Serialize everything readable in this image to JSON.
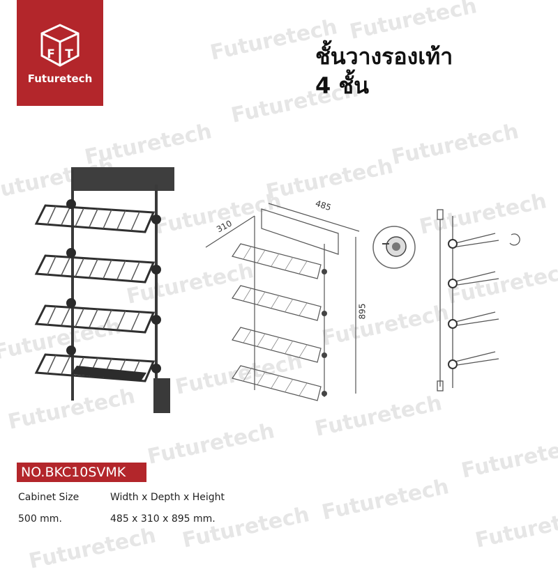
{
  "brand": {
    "name": "Futuretech",
    "logo_letters": "FT",
    "color": "#b3262b"
  },
  "title": {
    "line1": "ชั้นวางรองเท้า",
    "line2": "4 ชั้น"
  },
  "watermark": "Futuretech",
  "model": {
    "label": "NO.BKC10SVMK"
  },
  "specs": {
    "header_left": "Cabinet Size",
    "header_right": "Width x Depth x Height",
    "value_left": "500 mm.",
    "value_right": "485 x 310 x 895 mm."
  },
  "dimensions": {
    "width": "485",
    "depth": "310",
    "height": "895"
  },
  "product": {
    "tiers": 4,
    "finish_color": "#3a3a3a"
  }
}
